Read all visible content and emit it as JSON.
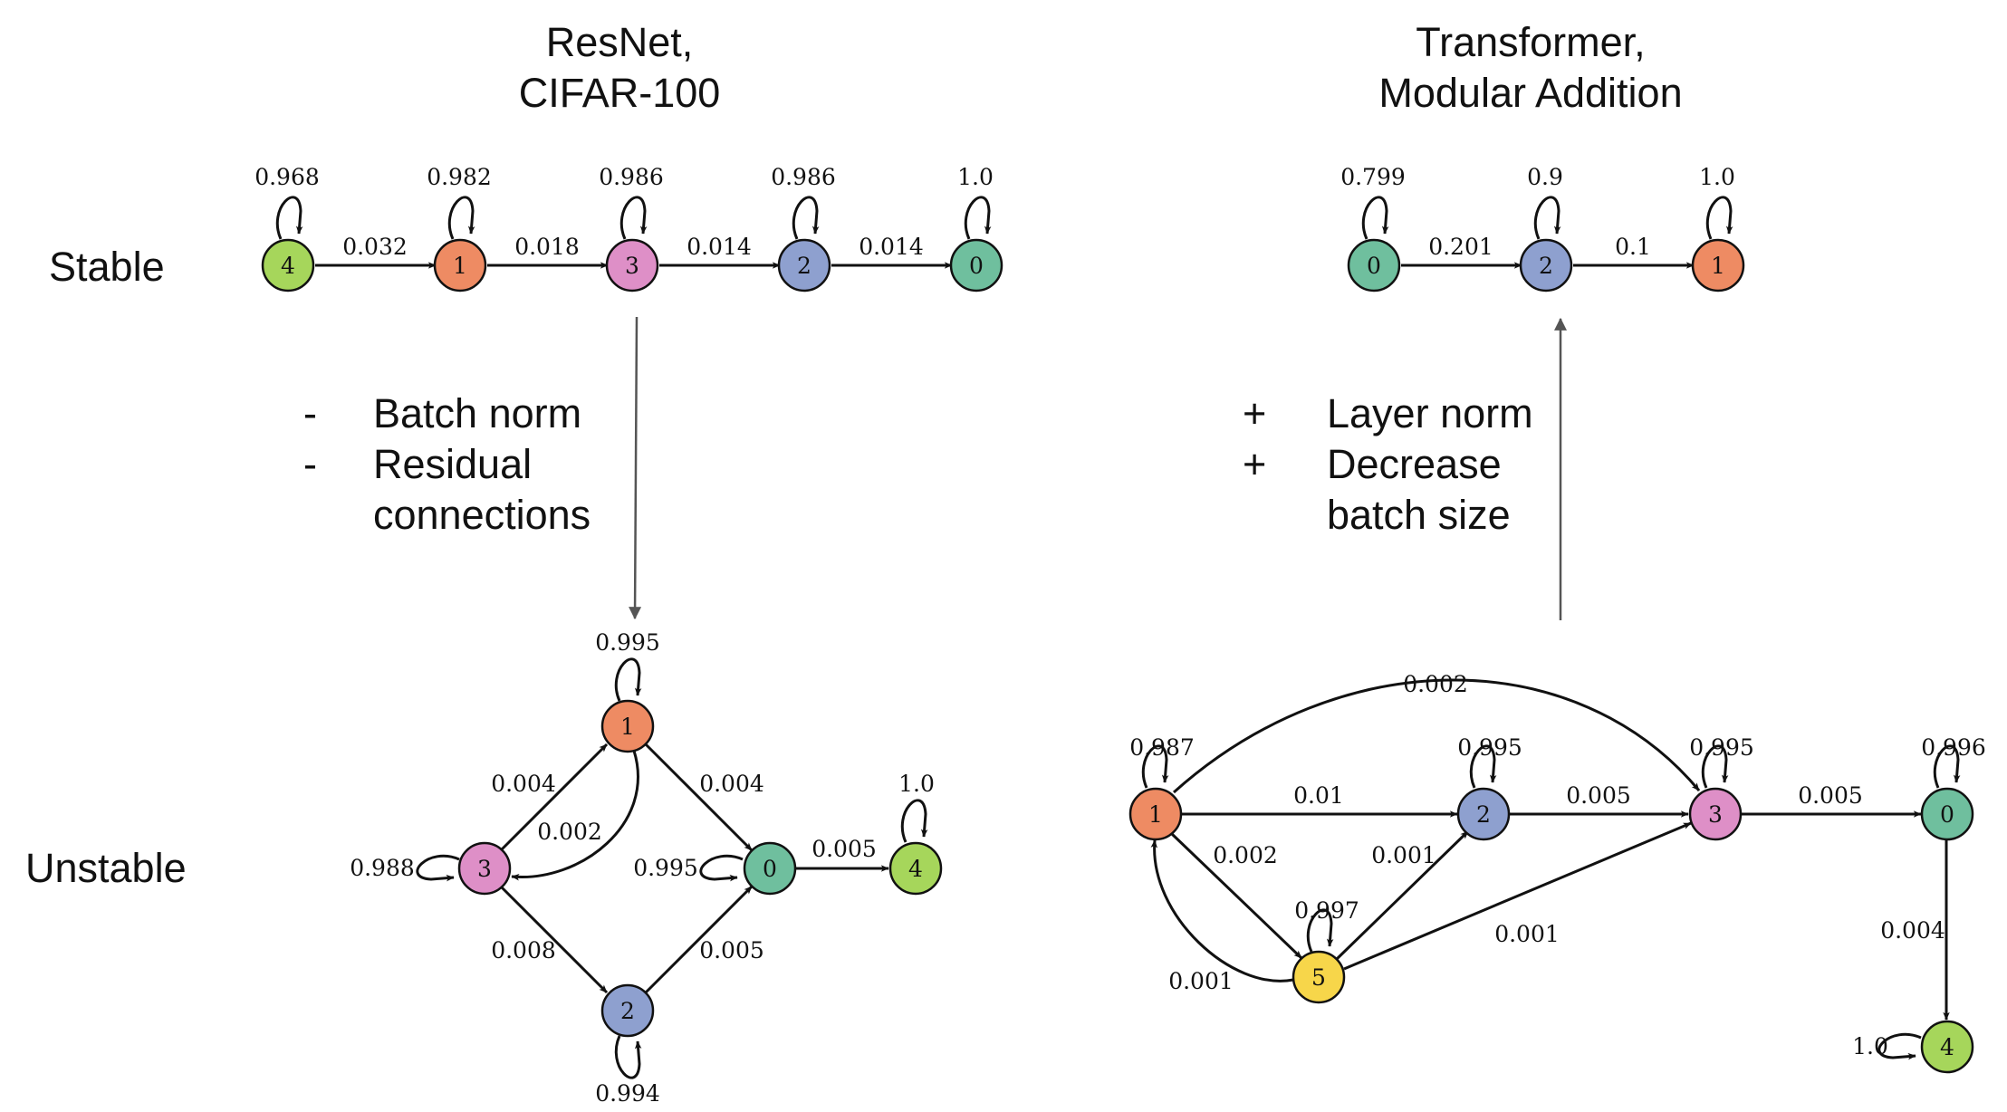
{
  "colors": {
    "node_0": "#6fbf9e",
    "node_1": "#ee8b63",
    "node_2": "#8ea0cf",
    "node_3": "#de8fc7",
    "node_4": "#a6d65b",
    "node_5": "#f7d64a"
  },
  "left": {
    "title_line1": "ResNet,",
    "title_line2": "CIFAR-100",
    "modifications": [
      {
        "sign": "-",
        "text": "Batch norm"
      },
      {
        "sign": "-",
        "text": "Residual"
      },
      {
        "sign": "",
        "text": "connections"
      }
    ],
    "stable": {
      "nodes": [
        {
          "id": "4",
          "self": "0.968"
        },
        {
          "id": "1",
          "self": "0.982"
        },
        {
          "id": "3",
          "self": "0.986"
        },
        {
          "id": "2",
          "self": "0.986"
        },
        {
          "id": "0",
          "self": "1.0"
        }
      ],
      "edges": [
        "0.032",
        "0.018",
        "0.014",
        "0.014"
      ]
    },
    "unstable": {
      "self": {
        "n1": "0.995",
        "n3": "0.988",
        "n0": "0.995",
        "n4": "1.0",
        "n2": "0.994"
      },
      "edges": {
        "e3_1": "0.004",
        "e1_3": "0.002",
        "e1_0": "0.004",
        "e3_2": "0.008",
        "e2_0": "0.005",
        "e0_4": "0.005"
      }
    }
  },
  "right": {
    "title_line1": "Transformer,",
    "title_line2": "Modular Addition",
    "modifications": [
      {
        "sign": "+",
        "text": "Layer norm"
      },
      {
        "sign": "+",
        "text": "Decrease"
      },
      {
        "sign": "",
        "text": "batch size"
      }
    ],
    "stable": {
      "nodes": [
        {
          "id": "0",
          "self": "0.799"
        },
        {
          "id": "2",
          "self": "0.9"
        },
        {
          "id": "1",
          "self": "1.0"
        }
      ],
      "edges": [
        "0.201",
        "0.1"
      ]
    },
    "unstable": {
      "self": {
        "n1": "0.987",
        "n2": "0.995",
        "n3": "0.995",
        "n0": "0.996",
        "n5": "0.997",
        "n4": "1.0"
      },
      "edges": {
        "e1_3_arc": "0.002",
        "e1_2": "0.01",
        "e2_3": "0.005",
        "e3_0": "0.005",
        "e1_5": "0.002",
        "e5_2": "0.001",
        "e5_3": "0.001",
        "e5_1": "0.001",
        "e0_4": "0.004"
      }
    }
  },
  "rows": {
    "stable": "Stable",
    "unstable": "Unstable"
  }
}
